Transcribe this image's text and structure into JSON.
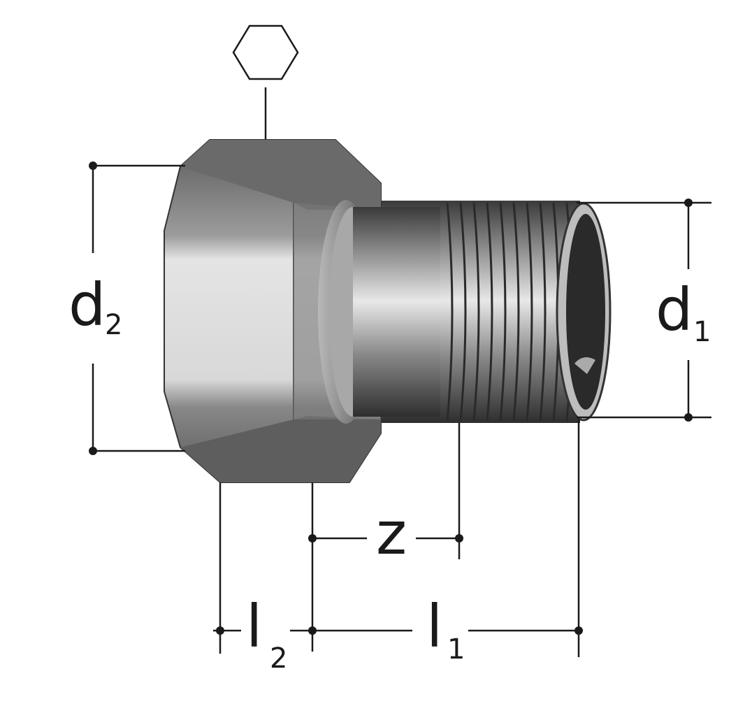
{
  "title": "Threaded union fitting dimension drawing",
  "symbols": {
    "wrench_flat": "hexagon-icon"
  },
  "dimensions": {
    "d2": {
      "main": "d",
      "sub": "2"
    },
    "d1": {
      "main": "d",
      "sub": "1"
    },
    "z": {
      "main": "z"
    },
    "l2": {
      "main": "l",
      "sub": "2"
    },
    "l1": {
      "main": "l",
      "sub": "1"
    }
  },
  "colors": {
    "line": "#1a1a1a",
    "metal_dark": "#4a4a4a",
    "metal_light": "#e6e6e6"
  }
}
